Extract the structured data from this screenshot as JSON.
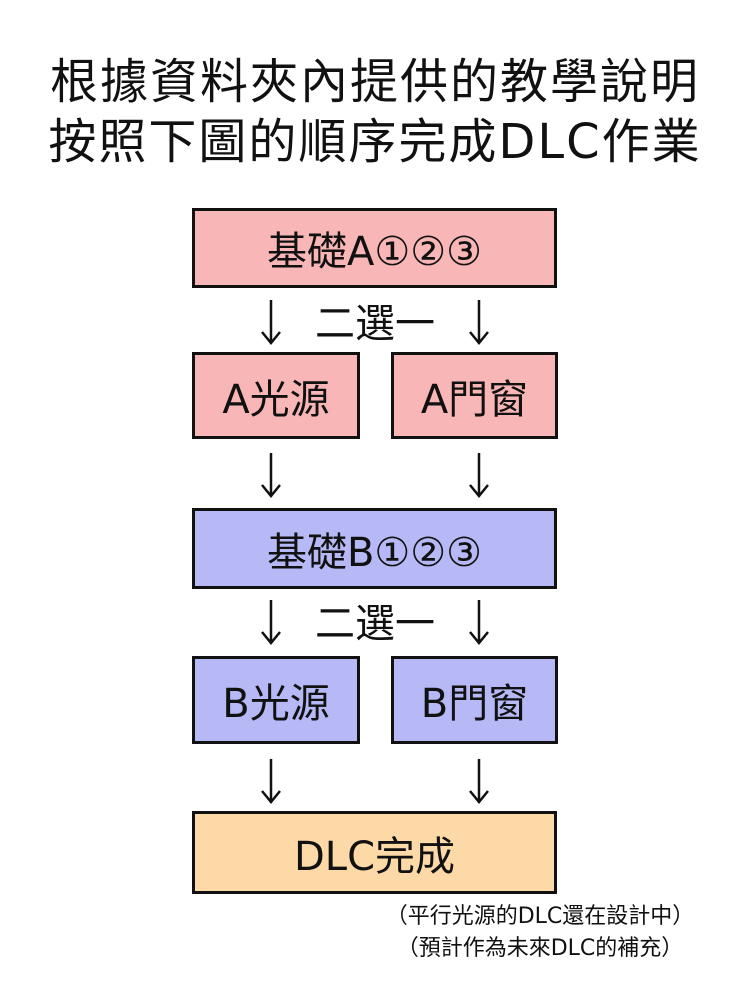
{
  "title": {
    "line1": "根據資料夾內提供的教學說明",
    "line2": "按照下圖的順序完成DLC作業"
  },
  "flow": {
    "basic_a": "基礎A①②③",
    "choose_one_1": "二選一",
    "a_light": "A光源",
    "a_window": "A門窗",
    "basic_b": "基礎B①②③",
    "choose_one_2": "二選一",
    "b_light": "B光源",
    "b_window": "B門窗",
    "dlc_done": "DLC完成"
  },
  "notes": {
    "line1": "（平行光源的DLC還在設計中）",
    "line2": "（預計作為未來DLC的補充）"
  },
  "colors": {
    "stage_a": "#f8b6b6",
    "stage_b": "#b7b9f6",
    "final": "#fcd9a7",
    "border": "#111111"
  }
}
